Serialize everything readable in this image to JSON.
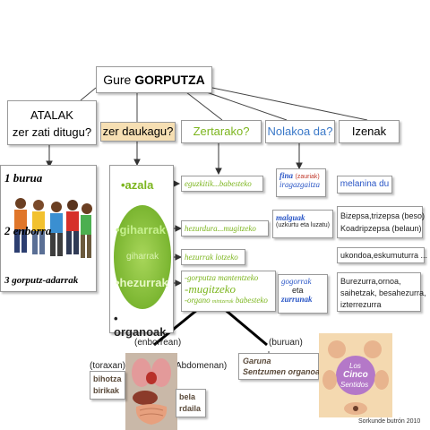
{
  "title": {
    "prefix": "Gure ",
    "main": "GORPUTZA"
  },
  "headers": {
    "atalak_1": "ATALAK",
    "atalak_2": "zer zati ditugu?",
    "zer": "zer daukagu?",
    "zertarako": "Zertarako?",
    "nolakoa": "Nolakoa da?",
    "izenak": "Izenak"
  },
  "parts": {
    "burua": "1 burua",
    "enborra": "2 enborra",
    "adarrak": "3 gorputz-adarrak"
  },
  "organs": {
    "azala": "•azala",
    "giharrak": "•giharrak",
    "gihar_overlay": "giharrak",
    "hezurrak": "•hezurrak",
    "organoak": "• organoak"
  },
  "purposes": {
    "azala": "eguzkitik...babesteko",
    "giharrak": "hezurdura...mugitzeko",
    "hezurrak": "hezurrak lotzeko",
    "hez_1": "-gorputza mantentzeko",
    "hez_2": "-mugitzeko",
    "hez_3a": "-organo ",
    "hez_3b": "mintzerak",
    "hez_3c": " babesteko"
  },
  "nature": {
    "fina": "fina",
    "zauriak": "(zauriak)",
    "iragazgaitza": "iragazgaitza",
    "malguak": "malguak",
    "uzkurtu": "(uzkurtu eta luzatu)",
    "gogorrak": "gogorrak",
    "eta": "eta",
    "zurrunak": "zurrunak"
  },
  "names": {
    "melanina": "melanina du",
    "bizepsa": "Bizepsa,trizepsa (beso)",
    "koadri": "Koadripzepsa (belaun)",
    "ukondoa": "ukondoa,eskumuturra ...",
    "bure1": "Burezurra,ornoa,",
    "bure2": "saihetzak, besahezurra,",
    "bure3": "izterrezurra"
  },
  "sub": {
    "enborrean": "(enborrean)",
    "buruan": "(buruan)",
    "toraxan": "(toraxan)",
    "abdomenan": "Abdomenan)",
    "bihotza": "bihotza",
    "birikak": "birikak",
    "bela": "bela",
    "rdaila": "rdaila",
    "garuna": "Garuna",
    "sentzumen": "Sentzumen organoak"
  },
  "senses_logo": {
    "los": "Los",
    "cinco": "Cinco",
    "sentidos": "Sentidos"
  },
  "credit": "Sorkunde butrón 2010",
  "colors": {
    "green": "#7cb51e",
    "blue": "#2a56c6",
    "red": "#c0392b",
    "zer_bg": "#f6dfb3",
    "muscle_fill": "#8fc63f"
  }
}
